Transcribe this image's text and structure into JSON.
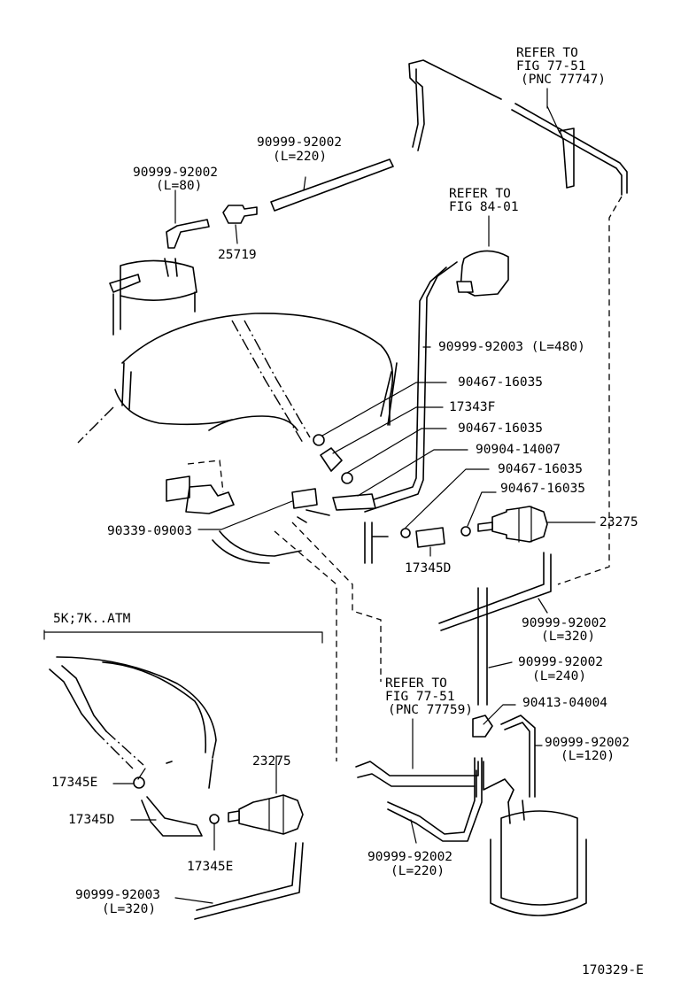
{
  "callouts": {
    "refer_77_51_top": [
      "REFER TO",
      "FIG 77-51",
      "(PNC 77747)"
    ],
    "refer_84_01": [
      "REFER TO",
      "FIG 84-01"
    ],
    "refer_77_51_mid": [
      "REFER TO",
      "FIG 77-51",
      "(PNC 77759)"
    ]
  },
  "parts": {
    "hose_220_top": {
      "pn": "90999-92002",
      "len": "(L=220)"
    },
    "hose_80": {
      "pn": "90999-92002",
      "len": "(L=80)"
    },
    "p25719": "25719",
    "hose_480": "90999-92003 (L=480)",
    "clamp_1": "90467-16035",
    "p17343F": "17343F",
    "clamp_2": "90467-16035",
    "p90904": "90904-14007",
    "clamp_3": "90467-16035",
    "clamp_4": "90467-16035",
    "p23275": "23275",
    "p90339": "90339-09003",
    "p17345D": "17345D",
    "hose_320": {
      "pn": "90999-92002",
      "len": "(L=320)"
    },
    "hose_240": {
      "pn": "90999-92002",
      "len": "(L=240)"
    },
    "p90413": "90413-04004",
    "hose_120": {
      "pn": "90999-92002",
      "len": "(L=120)"
    },
    "hose_220_bottom": {
      "pn": "90999-92002",
      "len": "(L=220)"
    }
  },
  "inset": {
    "label": "5K;7K..ATM",
    "p17345E_top": "17345E",
    "p17345D": "17345D",
    "p23275": "23275",
    "p17345E_bottom": "17345E",
    "hose_320": {
      "pn": "90999-92003",
      "len": "(L=320)"
    }
  },
  "figure_id": "170329-E"
}
